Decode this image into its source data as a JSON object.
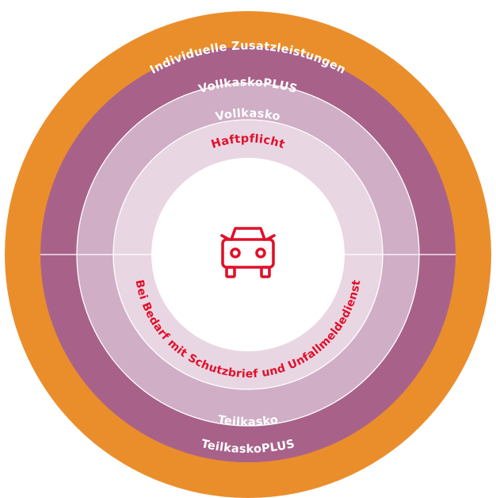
{
  "colors": {
    "outer_ring": "#ea8e2c",
    "plus_ring": "#a8628a",
    "kasko_ring": "#cfaec6",
    "liability_ring": "#e9d6e3",
    "center": "#ffffff",
    "accent_red": "#e0102a"
  },
  "rings": {
    "outer": {
      "label": "Individuelle Zusatzleistungen"
    },
    "plus": {
      "top_label": "VollkaskoPLUS",
      "bottom_label": "TeilkaskoPLUS"
    },
    "kasko": {
      "top_label": "Vollkasko",
      "bottom_label": "Teilkasko"
    },
    "liability": {
      "top_label": "Haftpflicht",
      "bottom_label": "Bei Bedarf mit Schutzbrief und Unfallmeldedienst"
    }
  },
  "center": {
    "icon": "car-icon"
  }
}
